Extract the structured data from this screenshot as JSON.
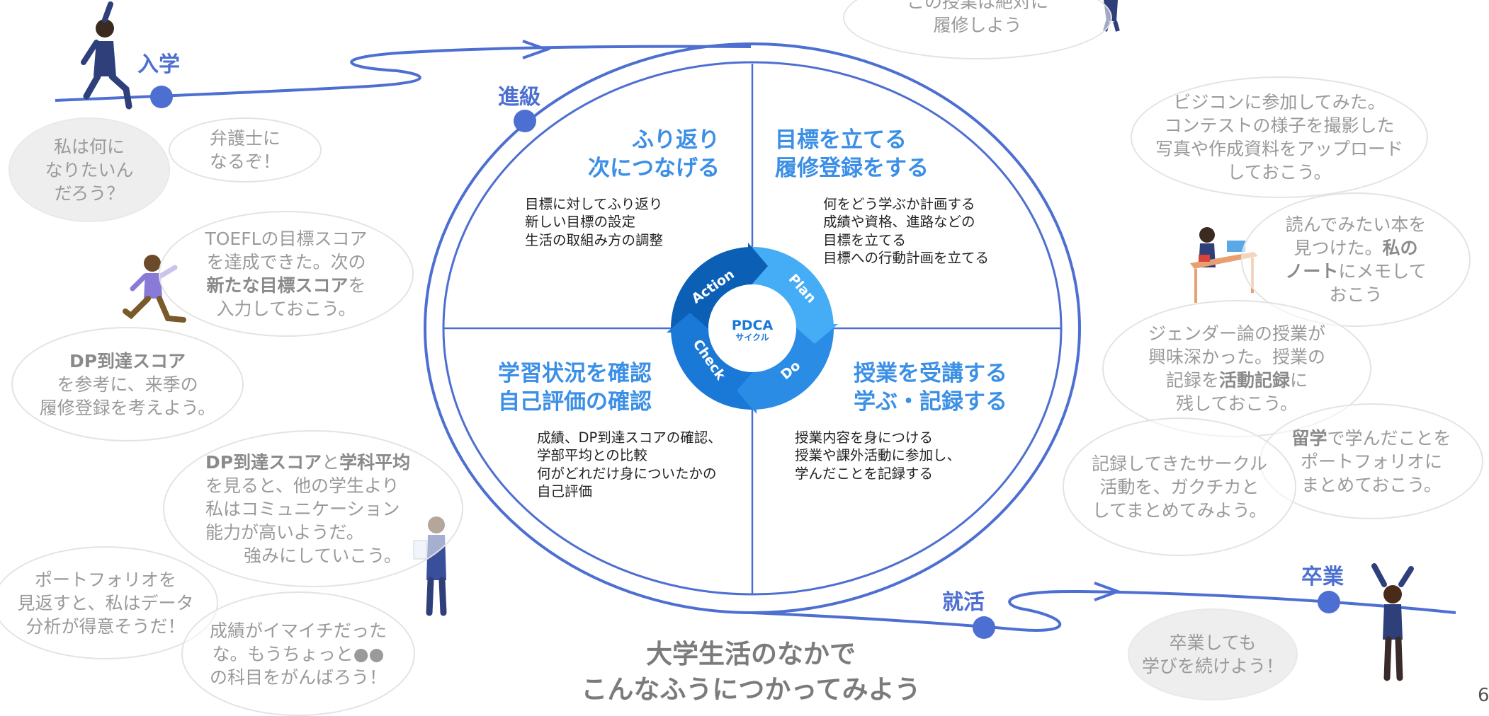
{
  "milestones": {
    "entrance": "入学",
    "promotion": "進級",
    "job_hunting": "就活",
    "graduation": "卒業"
  },
  "pdca": {
    "center_title": "PDCA",
    "center_sub": "サイクル",
    "plan": "Plan",
    "do": "Do",
    "check": "Check",
    "action": "Action"
  },
  "quadrants": {
    "action": {
      "title_line1": "ふり返り",
      "title_line2": "次につなげる",
      "body": [
        "目標に対してふり返り",
        "新しい目標の設定",
        "生活の取組み方の調整"
      ]
    },
    "plan": {
      "title_line1": "目標を立てる",
      "title_line2": "履修登録をする",
      "body": [
        "何をどう学ぶか計画する",
        "成績や資格、進路などの",
        "目標を立てる",
        "目標への行動計画を立てる"
      ]
    },
    "check": {
      "title_line1": "学習状況を確認",
      "title_line2": "自己評価の確認",
      "body": [
        "成績、DP到達スコアの確認、",
        "学部平均との比較",
        "何がどれだけ身についたかの",
        "自己評価"
      ]
    },
    "do": {
      "title_line1": "授業を受講する",
      "title_line2": "学ぶ・記録する",
      "body": [
        "授業内容を身につける",
        "授業や課外活動に参加し、",
        "学んだことを記録する"
      ]
    }
  },
  "bubbles": {
    "top_center": [
      "この授業は絶対に",
      "履修しよう"
    ],
    "what_to_be": [
      "私は何に",
      "なりたいん",
      "だろう？"
    ],
    "lawyer": [
      "弁護士に",
      "なるぞ！"
    ],
    "toefl": [
      "TOEFLの目標スコア",
      "を達成できた。次の",
      "新たな目標スコア",
      "を",
      "入力しておこう。"
    ],
    "dp_score": [
      "DP到達スコア",
      "を参考に、来季の",
      "履修登録を考えよう。"
    ],
    "dp_compare": [
      "DP到達スコア",
      "と",
      "学科平均",
      "を見ると、他の学生より",
      "私はコミュニケーション",
      "能力が高いようだ。",
      "強みにしていこう。"
    ],
    "portfolio_review": [
      "ポートフォリオを",
      "見返すと、私はデータ",
      "分析が得意そうだ！"
    ],
    "grades": [
      "成績がイマイチだった",
      "な。もうちょっと●●",
      "の科目をがんばろう！"
    ],
    "bizcon": [
      "ビジコンに参加してみた。",
      "コンテストの様子を撮影した",
      "写真や作成資料をアップロード",
      "しておこう。"
    ],
    "book": [
      "読んでみたい本を",
      "見つけた。",
      "私の",
      "ノート",
      "にメモして",
      "おこう"
    ],
    "gender": [
      "ジェンダー論の授業が",
      "興味深かった。授業の",
      "記録を",
      "活動記録",
      "に",
      "残しておこう。"
    ],
    "study_abroad": [
      "留学",
      "で学んだことを",
      "ポートフォリオに",
      "まとめておこう。"
    ],
    "circle": [
      "記録してきたサークル",
      "活動を、ガクチカと",
      "してまとめてみよう。"
    ],
    "graduate": [
      "卒業しても",
      "学びを続けよう！"
    ]
  },
  "bottom_title": [
    "大学生活のなかで",
    "こんなふうにつかってみよう"
  ],
  "page_number": "6",
  "colors": {
    "path_blue": "#4d6fd1",
    "title_blue": "#3b8fe6",
    "plan": "#44adf5",
    "do": "#2b8ce6",
    "check": "#1a78d6",
    "action": "#0b5fb5"
  }
}
